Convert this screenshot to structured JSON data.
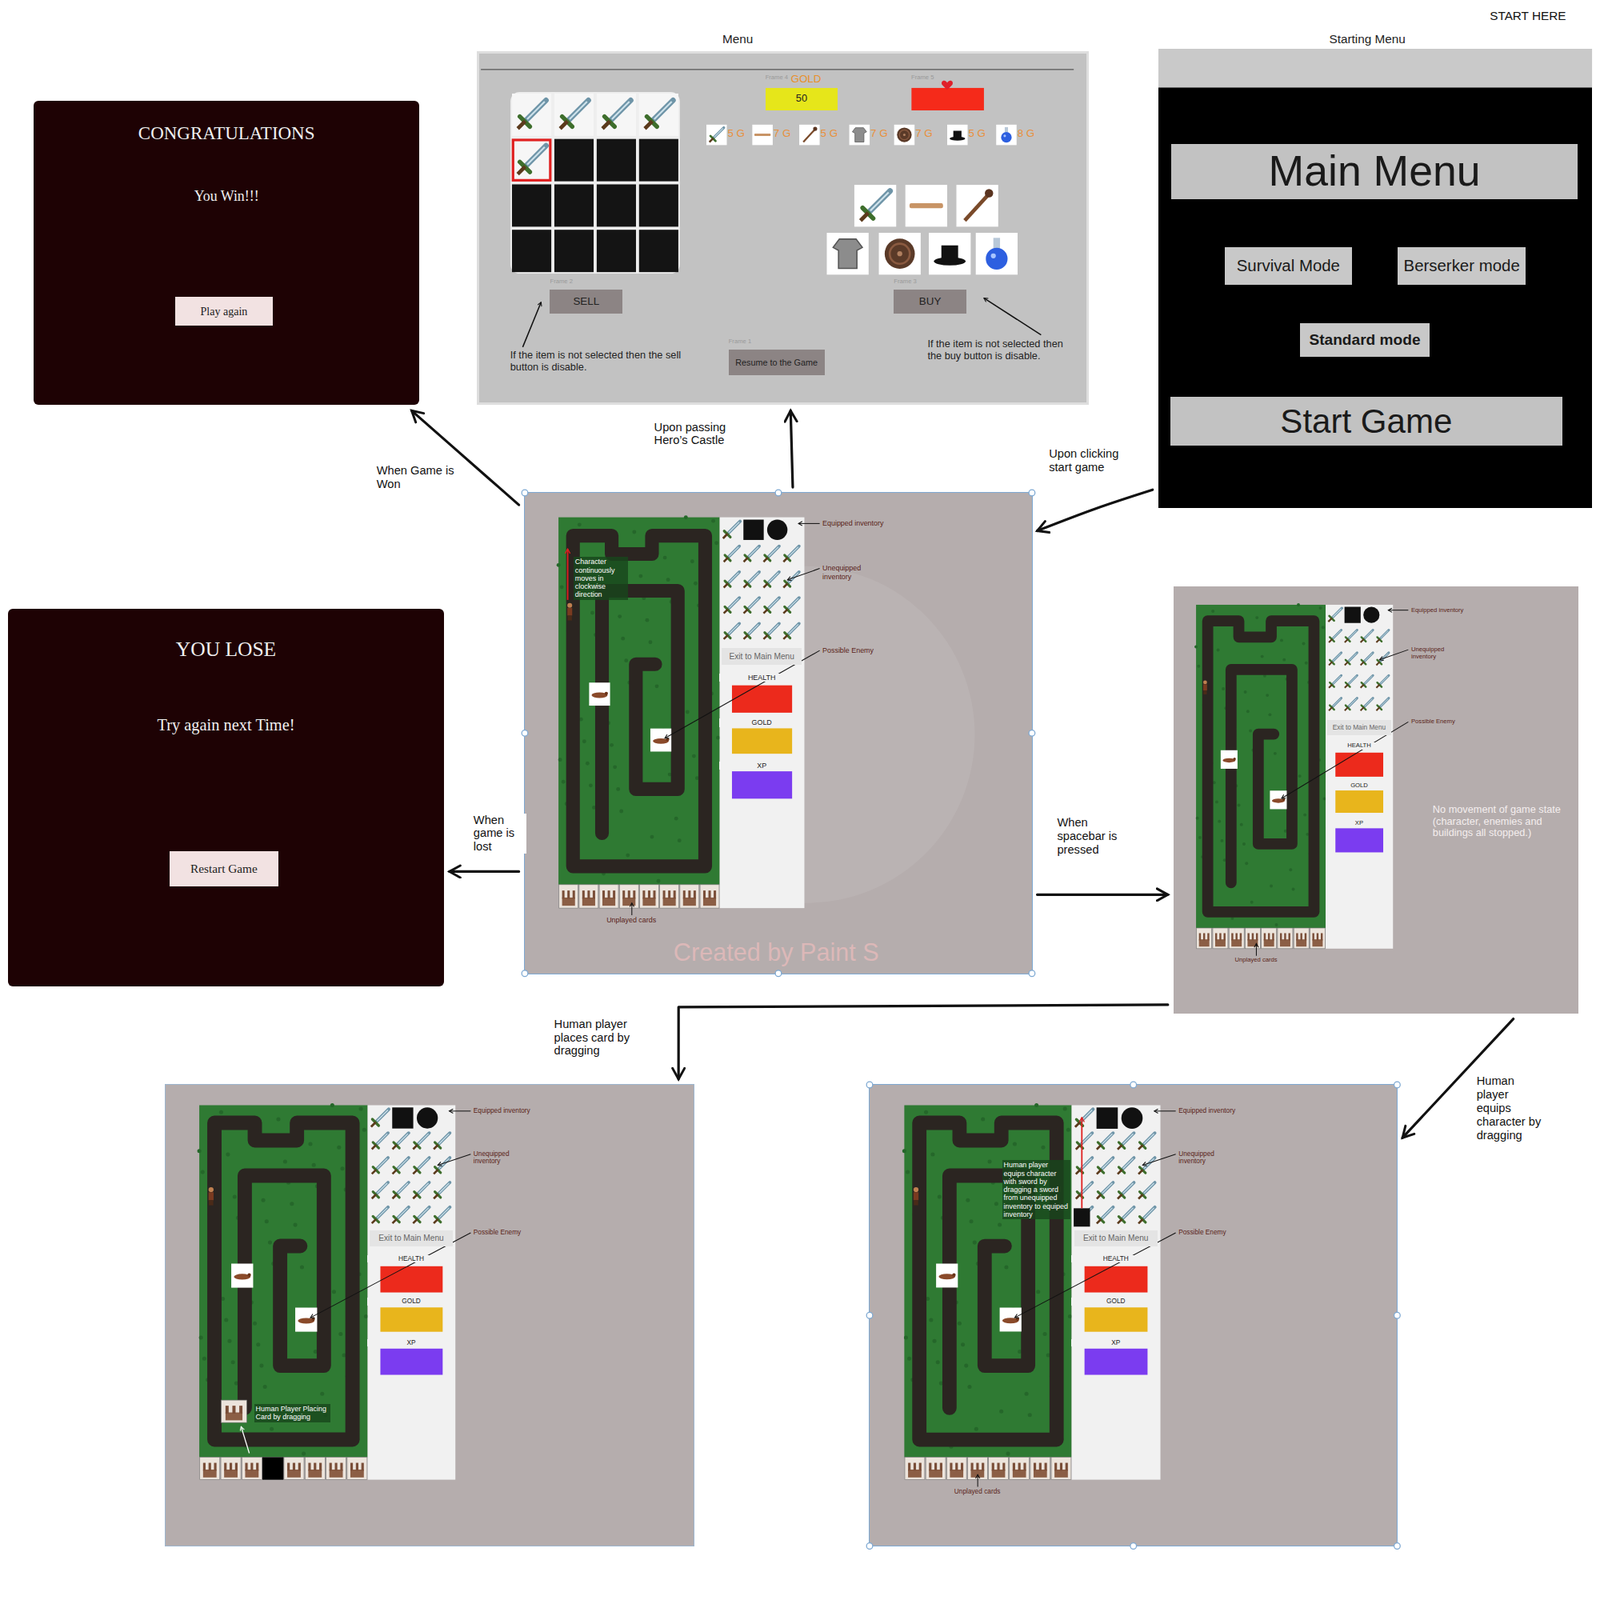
{
  "diagram": {
    "nodes": [
      {
        "text": [
          "CONGRATULATIONS",
          "You Win!!!"
        ]
      },
      {
        "text": [
          "Play again"
        ],
        "in": 0
      },
      {
        "text": [
          "Menu",
          "Frame 4",
          "GOLD",
          "Frame 5",
          "5 G",
          "7 G",
          "5 G",
          "7 G",
          "7 G",
          "5 G",
          "8 G",
          "Frame 2",
          "Frame 3",
          "Frame 1",
          "If the item is not selected then the sell button is disable.",
          "If the item is not selected then the buy button is disable."
        ]
      },
      {
        "text": [
          "50"
        ],
        "in": 2
      },
      {
        "text": [
          "SELL"
        ],
        "in": 2
      },
      {
        "text": [
          "BUY"
        ],
        "in": 2
      },
      {
        "text": [
          "Resume to the Game"
        ],
        "in": 2
      },
      {
        "text": [
          "Starting Menu"
        ]
      },
      {
        "text": [
          "Main Menu"
        ],
        "in": 7
      },
      {
        "text": [
          "Survival Mode"
        ],
        "in": 7
      },
      {
        "text": [
          "Berserker mode"
        ],
        "in": 7
      },
      {
        "text": [
          "Standard mode"
        ],
        "in": 7
      },
      {
        "text": [
          "Start Game"
        ],
        "in": 7
      },
      {
        "text": [
          "Equipped inventory",
          "Unequipped inventory",
          "Character continuously moves in clockwise direction",
          "Possible Enemy",
          "HEALTH",
          "GOLD",
          "XP",
          "Unplayed cards",
          "Created by Paint S"
        ]
      },
      {
        "text": [
          "Exit to Main Menu"
        ],
        "in": 13
      },
      {
        "text": [
          "YOU LOSE",
          "Try again next Time!"
        ]
      },
      {
        "text": [
          "Restart Game"
        ],
        "in": 15
      },
      {
        "text": [
          "Equipped inventory",
          "Unequipped inventory",
          "Possible Enemy",
          "HEALTH",
          "GOLD",
          "XP",
          "No movement of game state (character, enemies and buildings all stopped.)",
          "Unplayed cards"
        ]
      },
      {
        "text": [
          "Exit to Main Menu"
        ],
        "in": 17
      },
      {
        "text": [
          "Equipped inventory",
          "Unequipped inventory",
          "Possible Enemy",
          "HEALTH",
          "GOLD",
          "XP",
          "Human Player Placing Card by dragging"
        ]
      },
      {
        "text": [
          "Exit to Main Menu"
        ],
        "in": 19
      },
      {
        "text": [
          "Equipped inventory",
          "Unequipped inventory",
          "Human player equips character with sword by dragging a sword from unequipped inventory to equiped inventory",
          "Possible Enemy",
          "HEALTH",
          "GOLD",
          "XP",
          "Unplayed cards"
        ]
      },
      {
        "text": [
          "Exit to Main Menu"
        ],
        "in": 21
      }
    ],
    "edges": [
      {
        "from": 7,
        "to": 13,
        "arrow": "to",
        "label": "Upon clicking start game"
      },
      {
        "from": 13,
        "to": 2,
        "arrow": "to",
        "label": "Upon passing Hero’s Castle"
      },
      {
        "from": 13,
        "to": 0,
        "arrow": "to",
        "label": "When Game is Won"
      },
      {
        "from": 13,
        "to": 15,
        "arrow": "to",
        "label": "When game is lost"
      },
      {
        "from": 13,
        "to": 17,
        "arrow": "to",
        "label": "When spacebar is pressed"
      },
      {
        "from": 17,
        "to": 19,
        "arrow": "to",
        "label": "Human player places card by dragging"
      },
      {
        "from": 17,
        "to": 21,
        "arrow": "to",
        "label": "Human player equips character by dragging"
      }
    ],
    "labels": [
      "START HERE"
    ]
  }
}
